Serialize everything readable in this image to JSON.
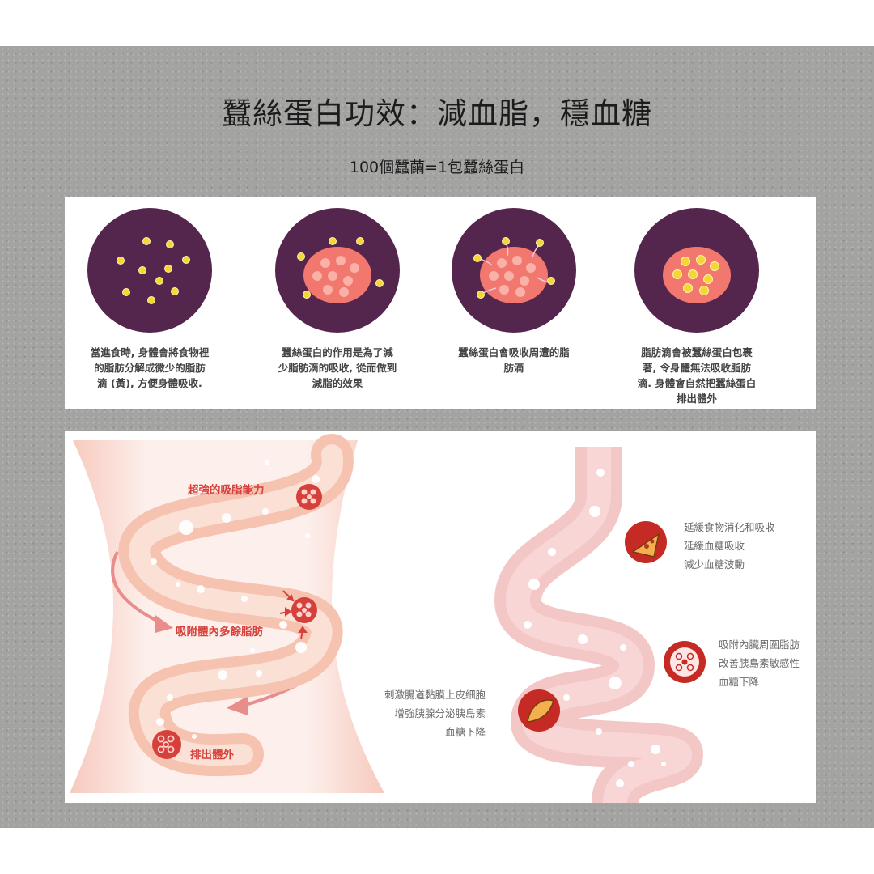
{
  "header": {
    "title": "蠶絲蛋白功效：減血脂，穩血糖",
    "subtitle": "100個蠶繭=1包蠶絲蛋白"
  },
  "steps": [
    {
      "caption_lines": [
        "當進食時, 身體會將食物裡",
        "的脂肪分解成微少的脂肪",
        "滴 (黃), 方便身體吸收."
      ]
    },
    {
      "caption_lines": [
        "蠶絲蛋白的作用是為了減",
        "少脂肪滴的吸收, 從而做到",
        "減脂的效果"
      ]
    },
    {
      "caption_lines": [
        "蠶絲蛋白會吸收周遭的脂",
        "肪滴"
      ]
    },
    {
      "caption_lines": [
        "脂肪滴會被蠶絲蛋白包裹",
        "著, 令身體無法吸收脂肪",
        "滴. 身體會自然把蠶絲蛋白",
        "排出體外"
      ]
    }
  ],
  "intestine_labels": {
    "absorb_power": "超強的吸脂能力",
    "adsorb_fat": "吸附體內多餘脂肪",
    "excrete": "排出體外"
  },
  "stomach_labels": {
    "digestion": [
      "延緩食物消化和吸收",
      "延緩血糖吸收",
      "減少血糖波動"
    ],
    "visceral": [
      "吸附內臟周圍脂肪",
      "改善胰島素敏感性",
      "血糖下降"
    ],
    "pancreas": [
      "刺激腸道黏膜上皮細胞",
      "增強胰腺分泌胰島素",
      "血糖下降"
    ]
  },
  "colors": {
    "circle_purple": "#55264d",
    "fat_droplet": "#f5d637",
    "silk_protein": "#f2786f",
    "accent_red": "#d6403a",
    "intestine_pink": "#f4c7c7"
  }
}
